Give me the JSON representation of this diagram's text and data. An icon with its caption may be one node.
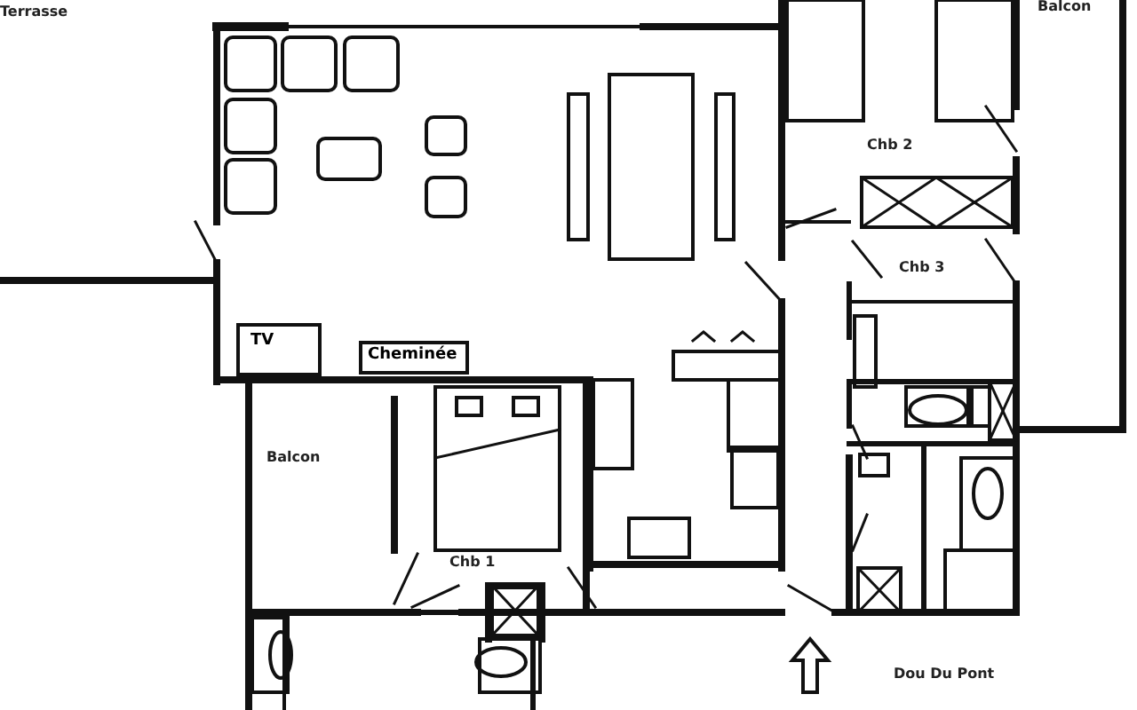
{
  "diagram": {
    "nodes": [
      {
        "text": [
          "TV"
        ]
      },
      {
        "text": [
          "Cheminée"
        ]
      }
    ],
    "labels": [
      "Terrasse",
      "Balcon",
      "Chb 2",
      "Chb 3",
      "Balcon",
      "Chb 1",
      "Dou Du Pont"
    ]
  }
}
